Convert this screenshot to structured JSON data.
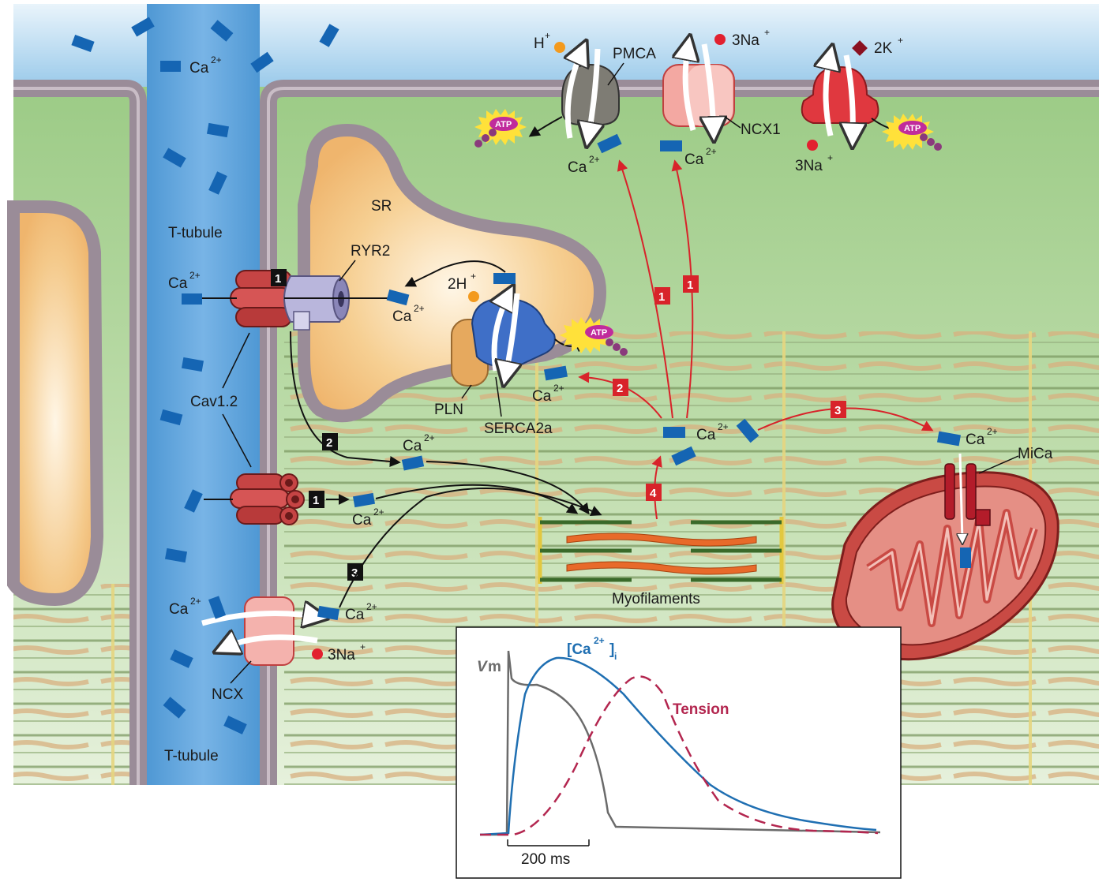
{
  "labels": {
    "ca_base": "Ca",
    "ca_sup": "2+",
    "t_tubule_top": "T-tubule",
    "t_tubule_bottom": "T-tubule",
    "sr": "SR",
    "ryr2": "RYR2",
    "cav12": "Cav1.2",
    "ncx": "NCX",
    "ncx1": "NCX1",
    "pmca": "PMCA",
    "pln": "PLN",
    "serca2a": "SERCA2a",
    "myofilaments": "Myofilaments",
    "mica": "MiCa",
    "h_base": "H",
    "h_sup": "+",
    "two_h_base": "2H",
    "two_h_sup": "+",
    "na3_base": "3Na",
    "na_sup": "+",
    "k2_base": "2K",
    "k_sup": "+",
    "atp": "ATP"
  },
  "black_steps": [
    "1",
    "2",
    "1",
    "3"
  ],
  "red_steps": [
    "1",
    "1",
    "2",
    "3",
    "4"
  ],
  "inset": {
    "vm_label_italic": "V",
    "vm_label_rest": "m",
    "ca_label_open": "[Ca",
    "ca_label_sup": "2+",
    "ca_label_close": "]",
    "ca_label_sub": "i",
    "tension_label": "Tension",
    "scale_label": "200 ms"
  },
  "colors": {
    "extracellular": "#a9d3ee",
    "t_tubule": "#5fa5dc",
    "cytosol": "#b7d8a6",
    "membrane": "#9a8c98",
    "sr_fill": "#f3c27c",
    "calcium": "#1565b3",
    "red_pathway": "#d8232a",
    "black_pathway": "#111111",
    "vm_trace": "#6b6b6b",
    "ca_trace": "#1f6fb2",
    "tension_trace": "#b3264f"
  }
}
